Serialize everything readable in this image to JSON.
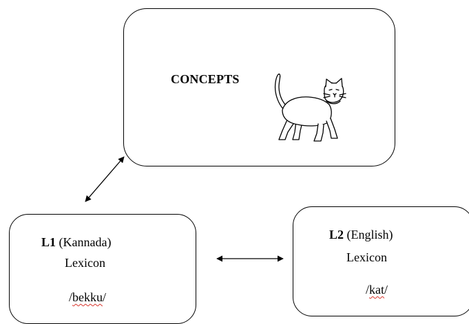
{
  "concepts": {
    "title": "CONCEPTS",
    "illustration": "cat-icon"
  },
  "l1": {
    "code": "L1",
    "language": "(Kannada)",
    "lexicon": "Lexicon",
    "word_prefix": "/",
    "word": "bekku",
    "word_suffix": "/"
  },
  "l2": {
    "code": "L2",
    "language": "(English)",
    "lexicon": "Lexicon",
    "word_prefix": "/",
    "word": "kat",
    "word_suffix": "/"
  },
  "colors": {
    "stroke": "#000000",
    "spellcheck_underline": "#d9342b"
  }
}
